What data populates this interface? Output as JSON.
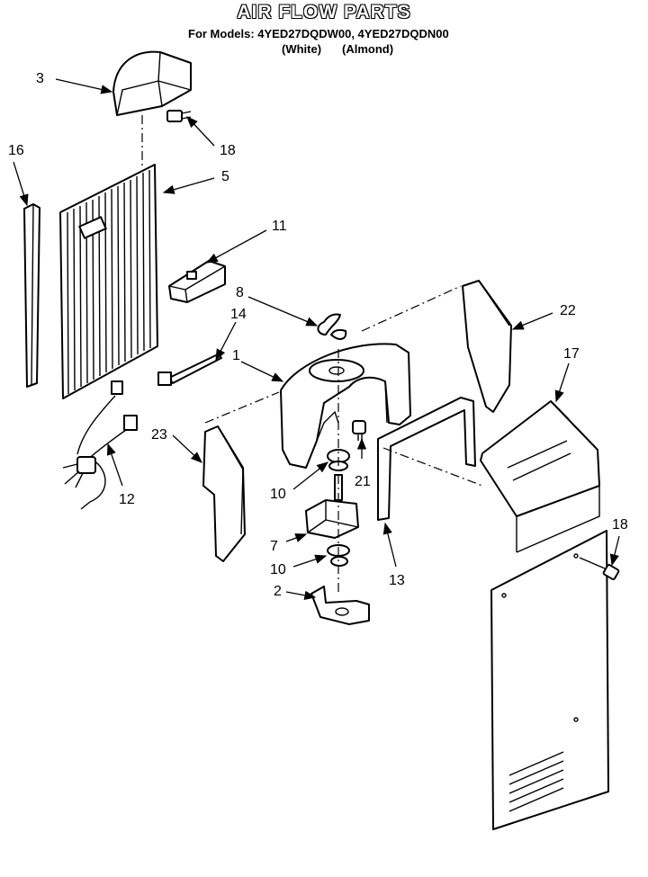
{
  "title": "AIR FLOW PARTS",
  "models_line": "For Models: 4YED27DQDW00, 4YED27DQDN00",
  "variants": [
    "(White)",
    "(Almond)"
  ],
  "callouts": [
    "3",
    "18",
    "16",
    "5",
    "11",
    "8",
    "14",
    "22",
    "1",
    "17",
    "23",
    "21",
    "10",
    "12",
    "7",
    "10",
    "18",
    "2",
    "13"
  ]
}
